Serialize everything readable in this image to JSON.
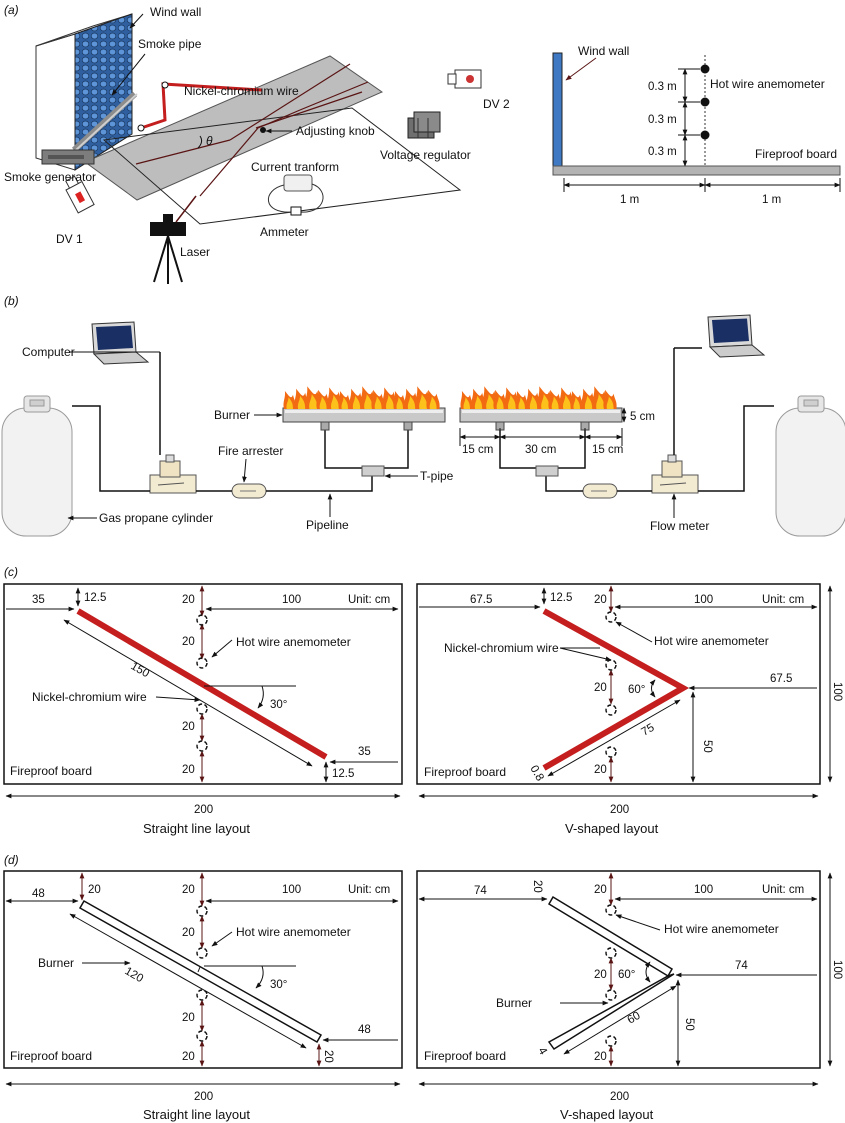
{
  "panels": {
    "a": "(a)",
    "b": "(b)",
    "c": "(c)",
    "d": "(d)"
  },
  "colors": {
    "wire": "#c41e1e",
    "wallBlue": "#3f79c4",
    "board": "#b3b3b3",
    "arrow": "#5a1414",
    "steel": "#999999"
  },
  "a": {
    "wind_wall": "Wind wall",
    "smoke_pipe": "Smoke pipe",
    "nickel_wire": "Nickel-chromium wire",
    "adjusting_knob": "Adjusting knob",
    "theta": "θ",
    "smoke_generator": "Smoke generator",
    "dv1": "DV 1",
    "dv2": "DV 2",
    "laser": "Laser",
    "current_transform": "Current tranform",
    "ammeter": "Ammeter",
    "voltage_regulator": "Voltage regulator",
    "side_wind_wall": "Wind wall",
    "hot_wire": "Hot wire anemometer",
    "h1": "0.3 m",
    "h2": "0.3 m",
    "h3": "0.3 m",
    "fireproof_board": "Fireproof board",
    "len1": "1 m",
    "len2": "1 m"
  },
  "b": {
    "computer": "Computer",
    "burner": "Burner",
    "fire_arrester": "Fire arrester",
    "t_pipe": "T-pipe",
    "pipeline": "Pipeline",
    "gas_cylinder": "Gas propane cylinder",
    "flow_meter": "Flow meter",
    "height": "5 cm",
    "left_gap": "15 cm",
    "middle": "30 cm",
    "right_gap": "15 cm"
  },
  "c": {
    "left": {
      "v35a": "35",
      "v12_5a": "12.5",
      "v20a": "20",
      "v100": "100",
      "unit": "Unit: cm",
      "v20b": "20",
      "hot_wire": "Hot wire anemometer",
      "v150": "150",
      "nickel": "Nickel-chromium wire",
      "angle": "30°",
      "v20c": "20",
      "v20d": "20",
      "v35b": "35",
      "v12_5b": "12.5",
      "fireproof": "Fireproof board",
      "width": "200",
      "caption": "Straight line layout"
    },
    "right": {
      "v67_5a": "67.5",
      "v12_5": "12.5",
      "v20a": "20",
      "v100": "100",
      "unit": "Unit: cm",
      "hot_wire": "Hot wire anemometer",
      "nickel": "Nickel-chromium wire",
      "v20b": "20",
      "angle": "60°",
      "v67_5b": "67.5",
      "v75": "75",
      "v50": "50",
      "v0_8": "0.8",
      "v20c": "20",
      "fireproof": "Fireproof board",
      "width": "200",
      "height": "100",
      "caption": "V-shaped layout"
    }
  },
  "d": {
    "left": {
      "v48a": "48",
      "v20a": "20",
      "v20b": "20",
      "v100": "100",
      "unit": "Unit: cm",
      "hot_wire": "Hot wire anemometer",
      "v20c": "20",
      "burner": "Burner",
      "v120": "120",
      "angle": "30°",
      "v20d": "20",
      "v20e": "20",
      "v48b": "48",
      "v20f": "20",
      "fireproof": "Fireproof board",
      "width": "200",
      "caption": "Straight line layout"
    },
    "right": {
      "v74a": "74",
      "v20a": "20",
      "v20b": "20",
      "v100": "100",
      "unit": "Unit: cm",
      "hot_wire": "Hot wire anemometer",
      "v20c": "20",
      "angle": "60°",
      "v74b": "74",
      "burner": "Burner",
      "v60": "60",
      "v50": "50",
      "v4": "4",
      "v20d": "20",
      "fireproof": "Fireproof board",
      "width": "200",
      "height": "100",
      "caption": "V-shaped layout"
    }
  }
}
